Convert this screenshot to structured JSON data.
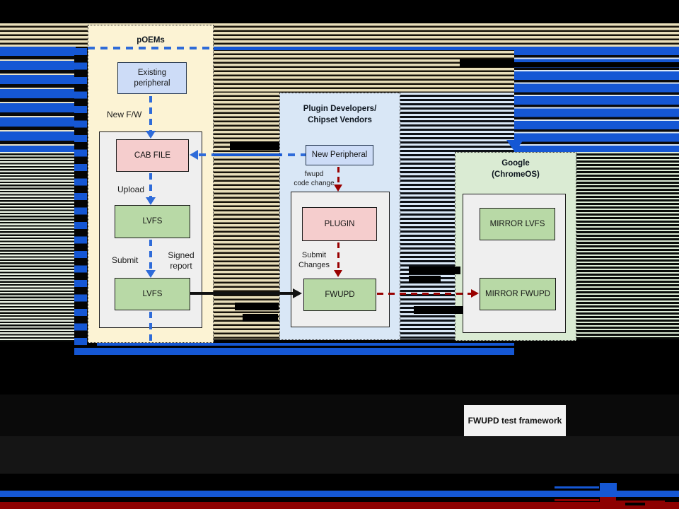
{
  "lanes": {
    "poems": {
      "title": "pOEMs"
    },
    "plugin": {
      "title_line1": "Plugin Developers/",
      "title_line2": "Chipset Vendors"
    },
    "google": {
      "title_line1": "Google",
      "title_line2": "(ChromeOS)"
    }
  },
  "nodes": {
    "existing_peripheral": "Existing peripheral",
    "cab_file": "CAB FILE",
    "lvfs_upper": "LVFS",
    "lvfs_lower": "LVFS",
    "new_peripheral": "New Peripheral",
    "plugin": "PLUGIN",
    "fwupd": "FWUPD",
    "mirror_lvfs": "MIRROR LVFS",
    "mirror_fwupd": "MIRROR FWUPD",
    "test_framework": "FWUPD test framework"
  },
  "edge_labels": {
    "new_fw": "New F/W",
    "upload": "Upload",
    "submit": "Submit",
    "signed_report": "Signed report",
    "fwupd_code_change_line1": "fwupd",
    "fwupd_code_change_line2": "code change",
    "submit_changes_line1": "Submit",
    "submit_changes_line2": "Changes"
  },
  "colors": {
    "arrow_blue": "#2E6BD9",
    "arrow_red": "#990000",
    "arrow_black": "#111111",
    "glitch_blue": "#1557D4",
    "glitch_dark_red": "#8D0101",
    "lane_poems_bg": "#FCF3D4",
    "lane_plugin_bg": "#D9E7F6",
    "lane_google_bg": "#DAEBD3",
    "box_pink": "#F5CDCD",
    "box_green": "#B8D9A6",
    "box_blue": "#CDDCF7",
    "container_gray": "#EFEFEF"
  }
}
